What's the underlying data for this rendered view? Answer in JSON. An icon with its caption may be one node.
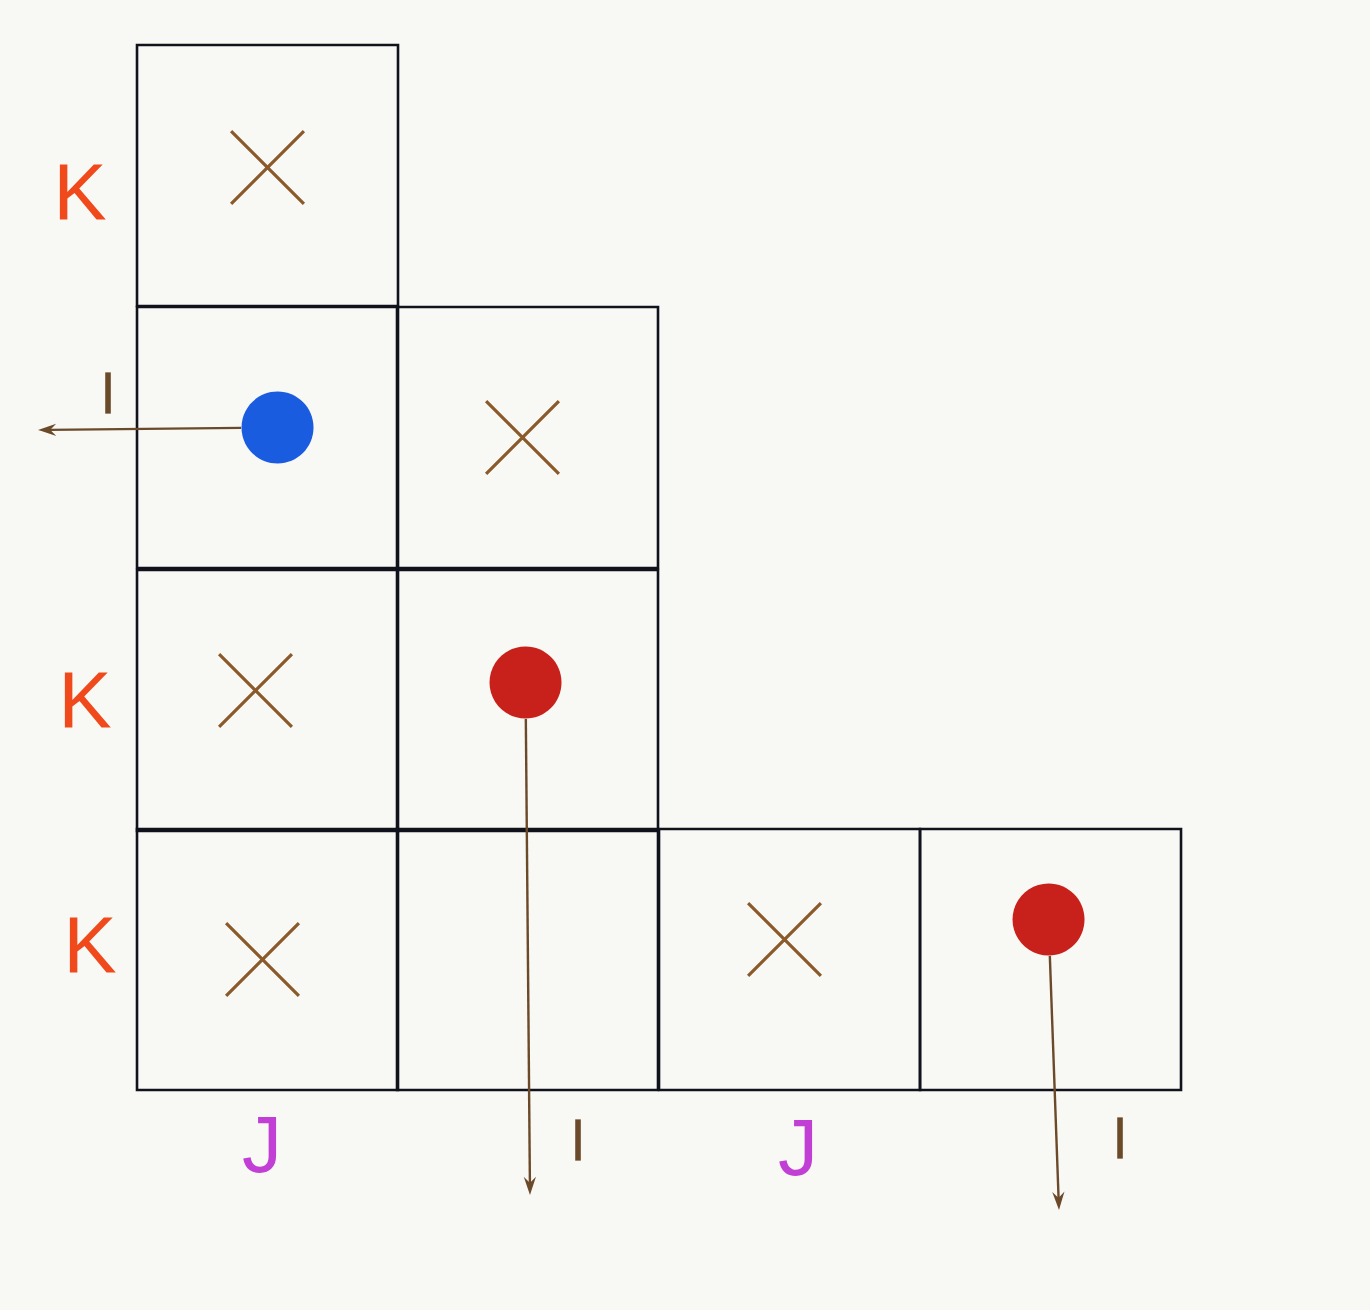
{
  "diagram": {
    "nodes": [
      {
        "text": [],
        "shape": "box"
      },
      {
        "text": [],
        "shape": "cross",
        "in": 0
      },
      {
        "text": [],
        "shape": "box"
      },
      {
        "text": [],
        "shape": "circle",
        "in": 2
      },
      {
        "text": [],
        "shape": "box"
      },
      {
        "text": [],
        "shape": "cross",
        "in": 4
      },
      {
        "text": [],
        "shape": "box"
      },
      {
        "text": [],
        "shape": "cross",
        "in": 6
      },
      {
        "text": [],
        "shape": "box"
      },
      {
        "text": [],
        "shape": "circle",
        "in": 8
      },
      {
        "text": [],
        "shape": "box"
      },
      {
        "text": [],
        "shape": "cross",
        "in": 10
      },
      {
        "text": [],
        "shape": "box"
      },
      {
        "text": [],
        "shape": "box"
      },
      {
        "text": [],
        "shape": "cross",
        "in": 13
      },
      {
        "text": [],
        "shape": "box"
      },
      {
        "text": [],
        "shape": "circle",
        "in": 15
      }
    ],
    "edges": [
      {
        "from": 3,
        "to": null,
        "arrow": "to",
        "label": "I"
      },
      {
        "from": 9,
        "to": null,
        "arrow": "to",
        "label": "I"
      },
      {
        "from": 16,
        "to": null,
        "arrow": "to",
        "label": "I"
      }
    ],
    "labels": [
      "K",
      "K",
      "K",
      "J",
      "J"
    ]
  }
}
